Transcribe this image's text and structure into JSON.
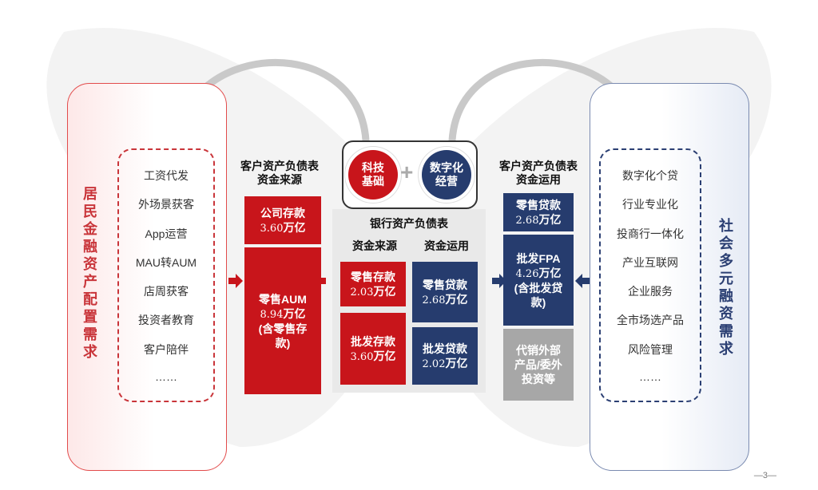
{
  "colors": {
    "red": "#c8151b",
    "navy": "#263c6e",
    "grey": "#a7a7a7",
    "panel": "#e9e9e9"
  },
  "left_panel": {
    "title": "居民金融资产配置需求",
    "items": [
      "工资代发",
      "外场景获客",
      "App运营",
      "MAU转AUM",
      "店周获客",
      "投资者教育",
      "客户陪伴",
      "……"
    ]
  },
  "right_panel": {
    "title": "社会多元融资需求",
    "items": [
      "数字化个贷",
      "行业专业化",
      "投商行一体化",
      "产业互联网",
      "企业服务",
      "全市场选产品",
      "风险管理",
      "……"
    ]
  },
  "left_column": {
    "header": "客户资产负债表\n资金来源",
    "box1": {
      "label": "公司存款",
      "value": "3.60",
      "unit": "万亿"
    },
    "box2": {
      "label": "零售AUM",
      "value": "8.94",
      "unit": "万亿",
      "note": "(含零售存款)"
    }
  },
  "right_column": {
    "header": "客户资产负债表\n资金运用",
    "box1": {
      "label": "零售贷款",
      "value": "2.68",
      "unit": "万亿"
    },
    "box2": {
      "label": "批发FPA",
      "value": "4.26",
      "unit": "万亿",
      "note": "(含批发贷款)"
    },
    "box3": {
      "label": "代销外部产品/委外投资等"
    }
  },
  "center": {
    "circle_left": "科技基础",
    "circle_right": "数字化经营",
    "plus": "+",
    "title": "银行资产负债表",
    "sources_header": "资金来源",
    "uses_header": "资金运用",
    "src1": {
      "label": "零售存款",
      "value": "2.03",
      "unit": "万亿"
    },
    "src2": {
      "label": "批发存款",
      "value": "3.60",
      "unit": "万亿"
    },
    "use1": {
      "label": "零售贷款",
      "value": "2.68",
      "unit": "万亿"
    },
    "use2": {
      "label": "批发贷款",
      "value": "2.02",
      "unit": "万亿"
    }
  },
  "page_number": "—3—"
}
